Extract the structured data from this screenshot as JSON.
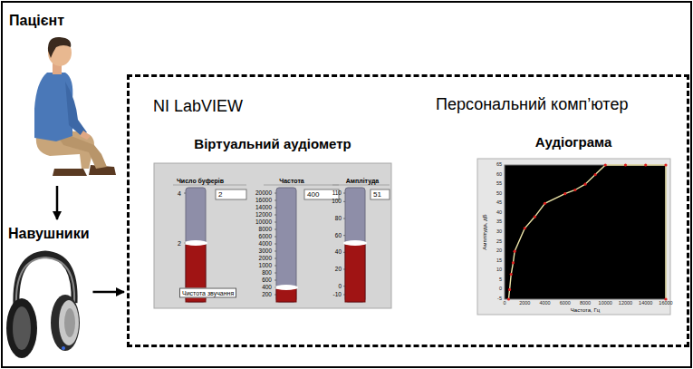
{
  "diagram": {
    "nodes": [
      {
        "text": [
          "Пацієнт"
        ]
      },
      {
        "text": [
          "Навушники"
        ]
      },
      {
        "text": [
          "NI LabVIEW",
          "Персональний комп’ютер"
        ]
      },
      {
        "text": [
          "Віртуальний аудіометр"
        ],
        "in": 2
      },
      {
        "text": [
          "Аудіограма"
        ],
        "in": 2
      }
    ],
    "edges": [
      {
        "from": 0,
        "to": 1,
        "arrow": "to"
      },
      {
        "from": 1,
        "to": 2,
        "arrow": "to"
      }
    ],
    "labels": [
      "Число буферів",
      "2",
      "4",
      "2",
      "Чистота звучання",
      "Частота",
      "400",
      "20000",
      "16000",
      "14000",
      "12000",
      "10000",
      "8000",
      "6000",
      "4000",
      "3000",
      "2000",
      "1000",
      "800",
      "600",
      "400",
      "200",
      "Амплітуда",
      "51",
      "110",
      "100",
      "80",
      "60",
      "40",
      "20",
      "0",
      "-10",
      "65",
      "60",
      "55",
      "50",
      "45",
      "40",
      "35",
      "30",
      "25",
      "20",
      "15",
      "10",
      "5",
      "0",
      "-5",
      "0",
      "2000",
      "4000",
      "6000",
      "8000",
      "10000",
      "12000",
      "14000",
      "16000",
      "Амплітуда, дБ",
      "Частота, Гц"
    ]
  }
}
